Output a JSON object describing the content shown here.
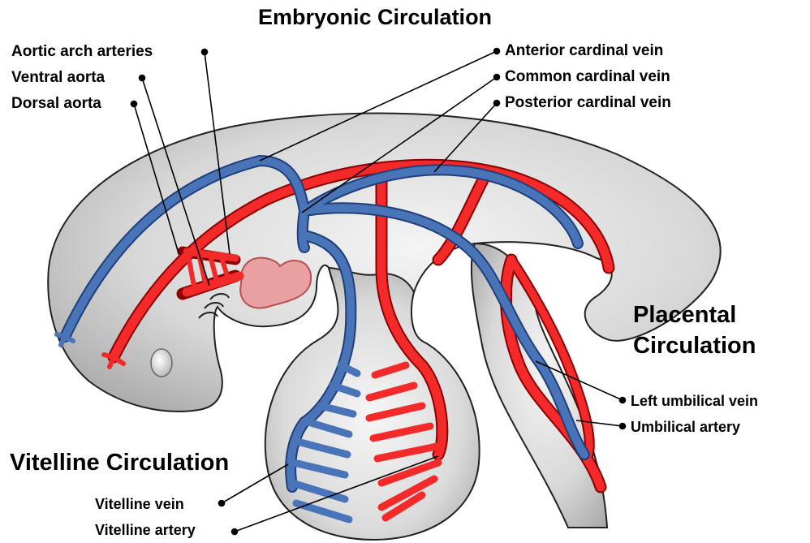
{
  "titles": {
    "embryonic": "Embryonic Circulation",
    "placental_line1": "Placental",
    "placental_line2": "Circulation",
    "vitelline": "Vitelline Circulation"
  },
  "labels": {
    "aortic_arch_arteries": "Aortic arch arteries",
    "ventral_aorta": "Ventral aorta",
    "dorsal_aorta": "Dorsal aorta",
    "anterior_cardinal_vein": "Anterior cardinal vein",
    "common_cardinal_vein": "Common cardinal vein",
    "posterior_cardinal_vein": "Posterior cardinal vein",
    "left_umbilical_vein": "Left umbilical vein",
    "umbilical_artery": "Umbilical artery",
    "vitelline_vein": "Vitelline vein",
    "vitelline_artery": "Vitelline artery"
  },
  "colors": {
    "artery": "#f42a2a",
    "vein": "#4a74b8",
    "embryo_fill": "#c8c8c8",
    "heart": "#e8a0a0"
  }
}
